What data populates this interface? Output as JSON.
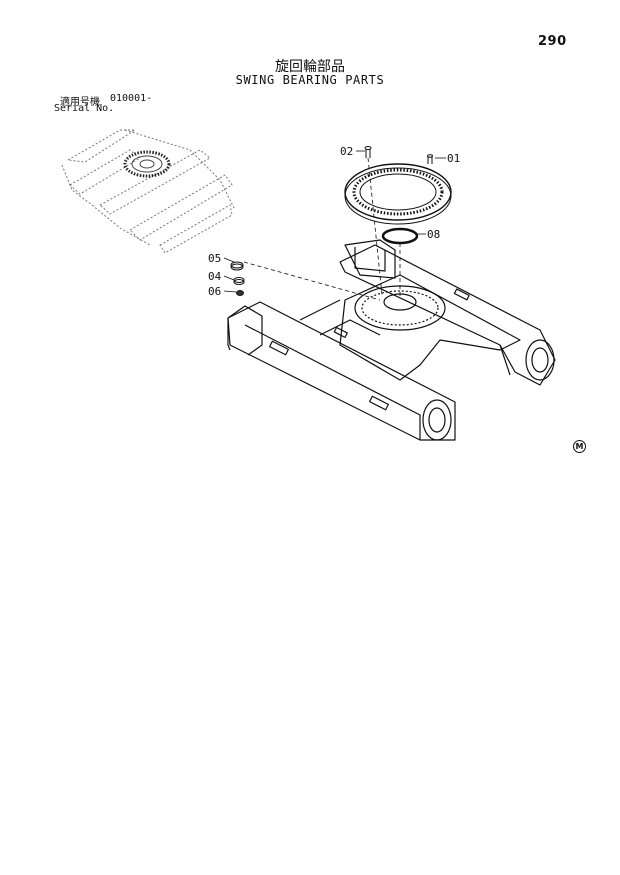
{
  "page": {
    "number": "290"
  },
  "title": {
    "japanese": "旋回輪部品",
    "english": "SWING BEARING PARTS"
  },
  "serial": {
    "label_jp": "適用号機",
    "range": "010001-",
    "label_en": "Serial No."
  },
  "callouts": [
    {
      "id": "01",
      "label": "01"
    },
    {
      "id": "02",
      "label": "02"
    },
    {
      "id": "04",
      "label": "04"
    },
    {
      "id": "05",
      "label": "05"
    },
    {
      "id": "06",
      "label": "06"
    },
    {
      "id": "08",
      "label": "08"
    }
  ],
  "mark": {
    "label": "M",
    "icon": "circled-m-icon"
  }
}
